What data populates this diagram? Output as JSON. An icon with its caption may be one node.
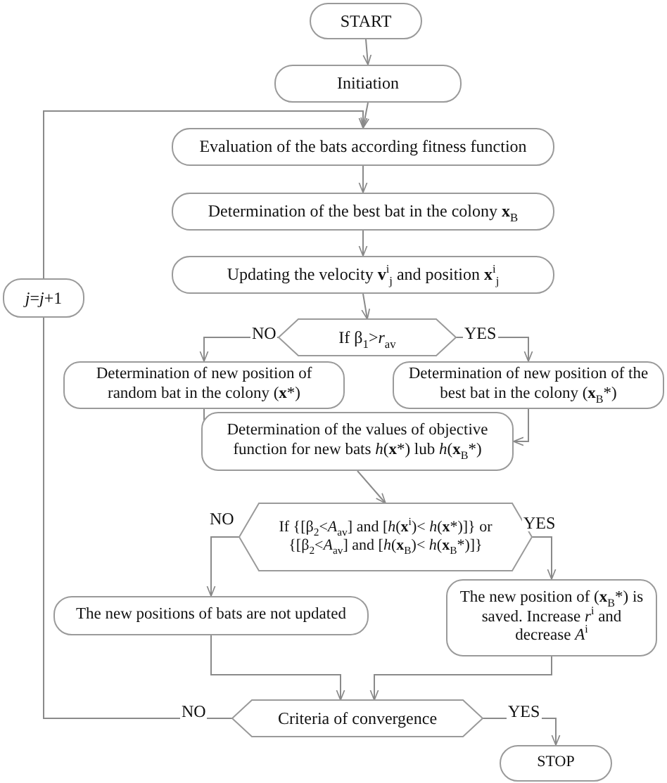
{
  "diagram": {
    "nodes": [
      {
        "text": [
          "START"
        ]
      },
      {
        "text": [
          "Initiation"
        ]
      },
      {
        "text": [
          "Evaluation of the bats according fitness function"
        ]
      },
      {
        "text": [
          "Determination of the best bat in the colony **x**$_{B}$"
        ]
      },
      {
        "text": [
          "Updating the velocity **v**$^{i}$$_{j}$ and position **x**$^{i}$$_{j}$"
        ]
      },
      {
        "text": [
          "*j*=*j*+1"
        ]
      },
      {
        "text": [
          "If β$_{1}$>*r*$_{av}$"
        ]
      },
      {
        "text": [
          "Determination of new position of random bat in the colony (**x***)"
        ]
      },
      {
        "text": [
          "Determination of new position of the best bat in the colony (**x**$_{B}$*)"
        ]
      },
      {
        "text": [
          "Determination of the values of objective function for new bats *h*(**x***) lub *h*(**x**$_{B}$*)"
        ]
      },
      {
        "text": [
          "If {[β$_{2}$<*A*$_{av}$] and [*h*(**x**$^{i}$)< *h*(**x***)]} or {[β$_{2}$<*A*$_{av}$] and [*h*(**x**$_{B}$)< *h*(**x**$_{B}$*)]}"
        ]
      },
      {
        "text": [
          "The new positions of bats are not updated"
        ]
      },
      {
        "text": [
          "The new position of (**x**$_{B}$*) is saved. Increase *r*$^{i}$ and decrease *A*$^{i}$"
        ]
      },
      {
        "text": [
          "Criteria of convergence"
        ]
      },
      {
        "text": [
          "STOP"
        ]
      }
    ],
    "edges": [
      {
        "from": 0,
        "to": 1,
        "arrow": "to"
      },
      {
        "from": 1,
        "to": 2,
        "arrow": "to"
      },
      {
        "from": 2,
        "to": 3,
        "arrow": "to"
      },
      {
        "from": 3,
        "to": 4,
        "arrow": "to"
      },
      {
        "from": 4,
        "to": 6,
        "arrow": "to"
      },
      {
        "from": 6,
        "to": 7,
        "arrow": "to",
        "label": "NO"
      },
      {
        "from": 6,
        "to": 8,
        "arrow": "to",
        "label": "YES"
      },
      {
        "from": 7,
        "to": 9,
        "arrow": "to"
      },
      {
        "from": 8,
        "to": 9,
        "arrow": "to"
      },
      {
        "from": 9,
        "to": 10,
        "arrow": "to"
      },
      {
        "from": 10,
        "to": 11,
        "arrow": "to",
        "label": "NO"
      },
      {
        "from": 10,
        "to": 12,
        "arrow": "to",
        "label": "YES"
      },
      {
        "from": 11,
        "to": 13,
        "arrow": "to"
      },
      {
        "from": 12,
        "to": 13,
        "arrow": "to"
      },
      {
        "from": 13,
        "to": 14,
        "arrow": "to",
        "label": "YES"
      },
      {
        "from": 13,
        "to": 5,
        "arrow": "none",
        "label": "NO"
      },
      {
        "from": 5,
        "to": 2,
        "arrow": "to"
      }
    ]
  }
}
